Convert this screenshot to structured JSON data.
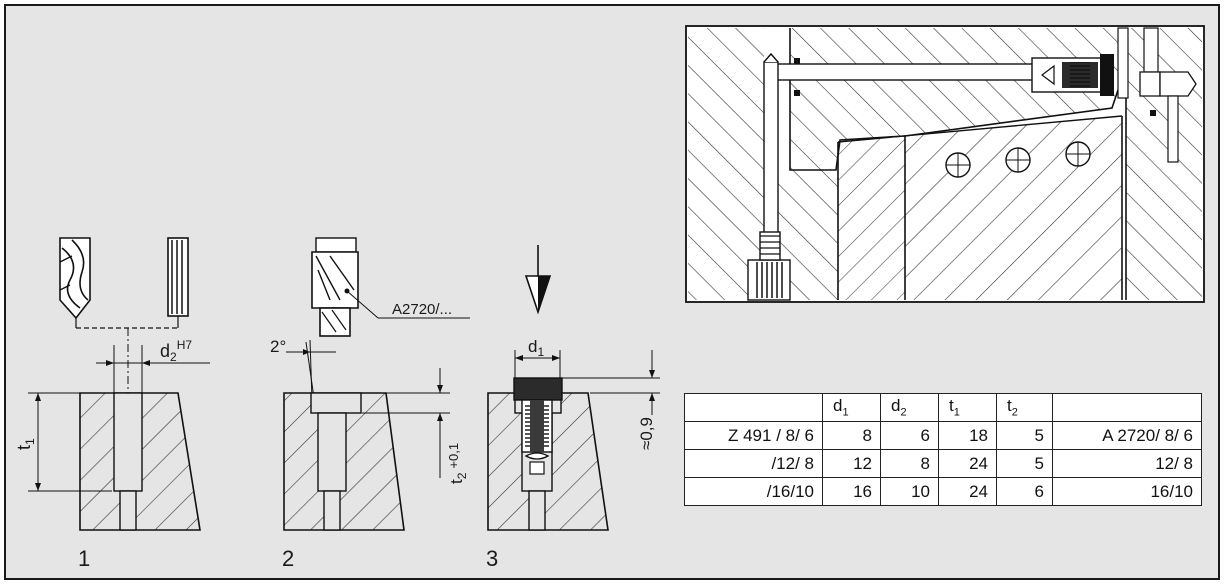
{
  "steps": {
    "step1": {
      "number": "1",
      "dimension_label": "d",
      "dimension_sub": "2",
      "dimension_sup": "H7",
      "height_label": "t",
      "height_sub": "1"
    },
    "step2": {
      "number": "2",
      "angle_label": "2°",
      "depth_label": "t",
      "depth_sub": "2",
      "depth_tolerance": "+0,1",
      "reamer_label": "A2720/..."
    },
    "step3": {
      "number": "3",
      "diameter_label": "d",
      "diameter_sub": "1",
      "offset_label": "≈0,9"
    }
  },
  "table": {
    "headers": [
      {
        "main": "",
        "sub": ""
      },
      {
        "main": "d",
        "sub": "1"
      },
      {
        "main": "d",
        "sub": "2"
      },
      {
        "main": "t",
        "sub": "1"
      },
      {
        "main": "t",
        "sub": "2"
      },
      {
        "main": "",
        "sub": ""
      }
    ],
    "rows": [
      [
        "Z 491 /  8/  6",
        "8",
        "6",
        "18",
        "5",
        "A 2720/  8/  6"
      ],
      [
        "/12/  8",
        "12",
        "8",
        "24",
        "5",
        "12/  8"
      ],
      [
        "/16/10",
        "16",
        "10",
        "24",
        "6",
        "16/10"
      ]
    ]
  },
  "colors": {
    "background": "#e4e5e4",
    "line": "#1a1a1a",
    "panel": "#ffffff",
    "dark_part": "#2b2b2b"
  }
}
